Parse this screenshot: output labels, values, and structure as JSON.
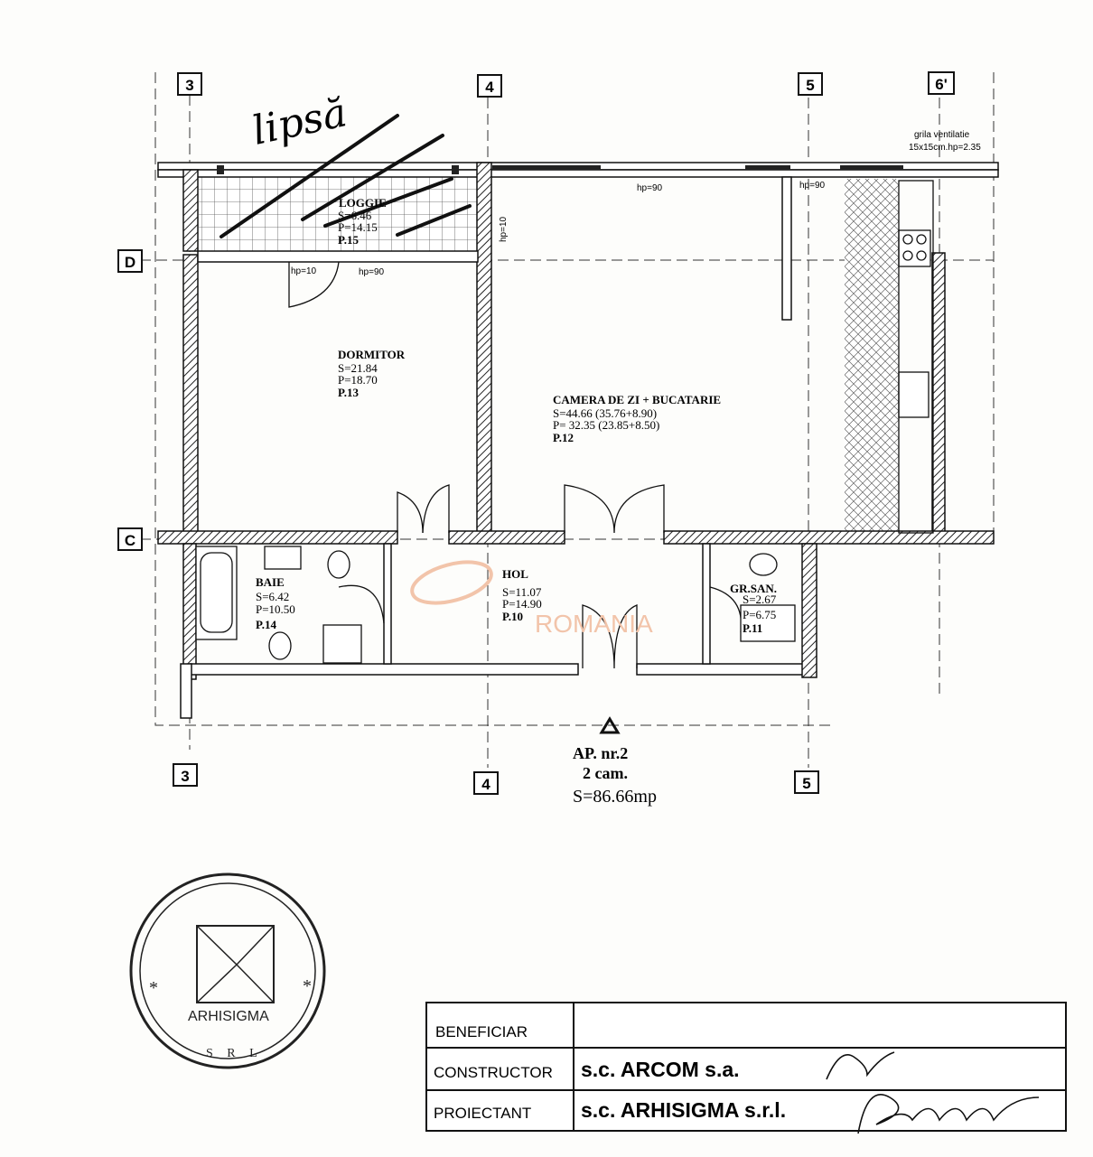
{
  "grid_axes": {
    "vertical": [
      "3",
      "4",
      "5",
      "6'"
    ],
    "horizontal": [
      "D",
      "C"
    ]
  },
  "handwritten_note": "lipsă",
  "ventilation_note": {
    "line1": "grila ventilatie",
    "line2": "15x15cm.hp=2.35"
  },
  "window_labels": {
    "hp90": "hp=90",
    "hp10": "hp=10"
  },
  "rooms": {
    "loggie": {
      "name": "LOGGIE",
      "s": "S=6.46",
      "p": "P=14.15",
      "code": "P.15"
    },
    "dormitor": {
      "name": "DORMITOR",
      "s": "S=21.84",
      "p": "P=18.70",
      "code": "P.13"
    },
    "camera": {
      "name": "CAMERA DE ZI + BUCATARIE",
      "s": "S=44.66 (35.76+8.90)",
      "p": "P= 32.35 (23.85+8.50)",
      "code": "P.12"
    },
    "baie": {
      "name": "BAIE",
      "s": "S=6.42",
      "p": "P=10.50",
      "code": "P.14"
    },
    "hol": {
      "name": "HOL",
      "s": "S=11.07",
      "p": "P=14.90",
      "code": "P.10"
    },
    "grsan": {
      "name": "GR.SAN.",
      "s": "S=2.67",
      "p": "P=6.75",
      "code": "P.11"
    }
  },
  "watermark": "ROMANIA",
  "apartment": {
    "title": "AP. nr.2",
    "rooms": "2 cam.",
    "area": "S=86.66mp"
  },
  "stamp": {
    "name": "ARHISIGMA",
    "suffix": "S R L"
  },
  "title_block": {
    "rows": [
      {
        "label": "BENEFICIAR",
        "value": ""
      },
      {
        "label": "CONSTRUCTOR",
        "value": "s.c. ARCOM s.a."
      },
      {
        "label": "PROIECTANT",
        "value": "s.c. ARHISIGMA s.r.l."
      }
    ]
  },
  "colors": {
    "ink": "#111111",
    "watermark": "#f2c4aa",
    "paper": "#fdfdfb"
  }
}
